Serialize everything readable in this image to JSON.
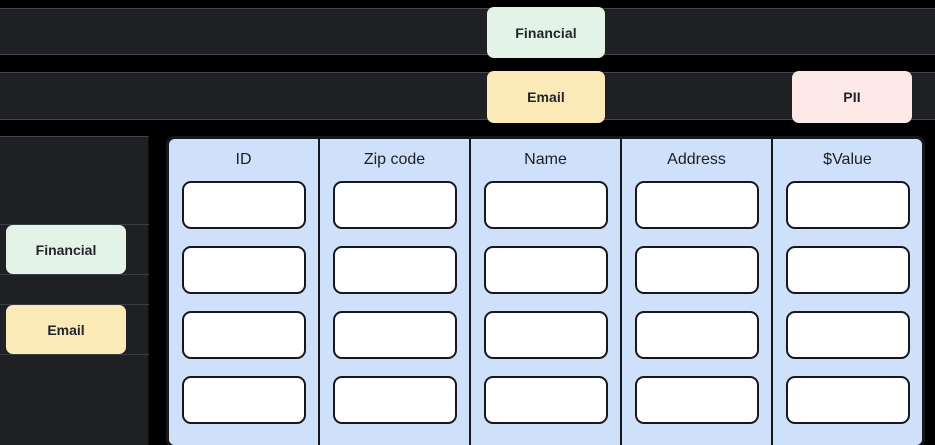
{
  "tag_strips": [
    {
      "name": "strip-1",
      "tags": [
        {
          "label": "Financial",
          "color": "#e3f3e8",
          "slot": "center"
        }
      ]
    },
    {
      "name": "strip-2",
      "tags": [
        {
          "label": "Email",
          "color": "#fbe9b7",
          "slot": "center"
        },
        {
          "label": "PII",
          "color": "#fbe8e7",
          "slot": "right"
        }
      ]
    }
  ],
  "sidebar": {
    "items": [
      {
        "label": "Financial",
        "color": "#e3f3e8"
      },
      {
        "label": "Email",
        "color": "#fbe9b7"
      }
    ]
  },
  "table": {
    "headers": [
      "ID",
      "Zip code",
      "Name",
      "Address",
      "$Value"
    ],
    "rows": [
      [
        "",
        "",
        "",
        "",
        ""
      ],
      [
        "",
        "",
        "",
        "",
        ""
      ],
      [
        "",
        "",
        "",
        "",
        ""
      ],
      [
        "",
        "",
        "",
        "",
        ""
      ]
    ]
  },
  "colors": {
    "financial": "#e3f3e8",
    "email": "#fbe9b7",
    "pii": "#fbe8e7",
    "column_bg": "#cfe0fb",
    "row_dark": "#1f2024",
    "border_dark": "#17181b",
    "page_bg": "#000000"
  }
}
